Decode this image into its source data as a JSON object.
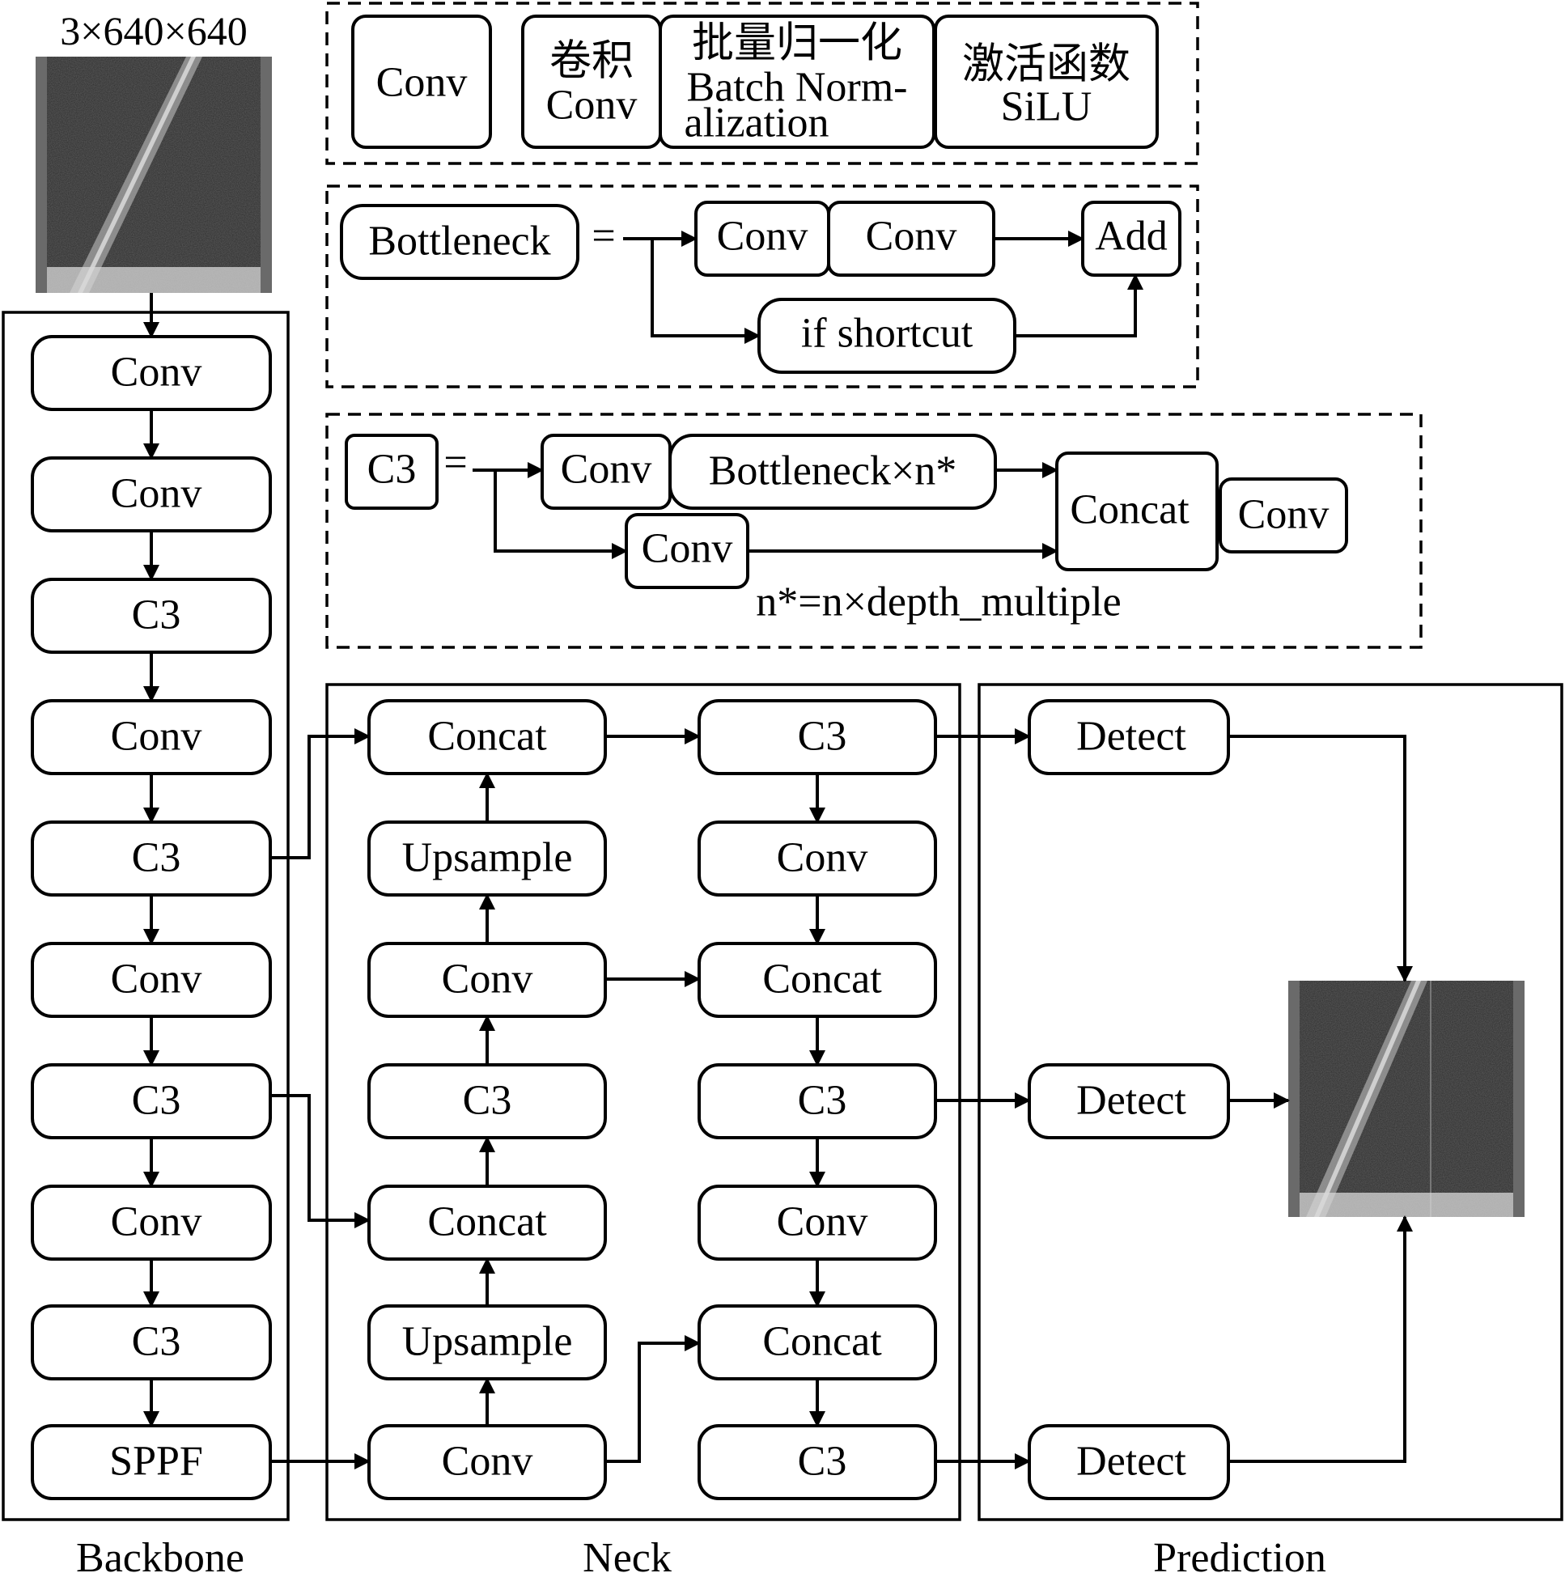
{
  "input_caption": "3×640×640",
  "sections": {
    "backbone": "Backbone",
    "neck": "Neck",
    "prediction": "Prediction"
  },
  "legend_conv": {
    "conv": "Conv",
    "conv_cn": "卷积",
    "conv_en": "Conv",
    "bn_cn": "批量归一化",
    "bn_en_1": "Batch Norm-",
    "bn_en_2": "alization",
    "act_cn": "激活函数",
    "act_en": "SiLU"
  },
  "legend_bottleneck": {
    "bottleneck": "Bottleneck",
    "equals": "=",
    "conv1": "Conv",
    "conv2": "Conv",
    "add": "Add",
    "shortcut": "if shortcut"
  },
  "legend_c3": {
    "c3": "C3",
    "equals": "=",
    "conv_a": "Conv",
    "bottleneck_n": "Bottleneck×n*",
    "concat": "Concat",
    "conv_b": "Conv",
    "conv_c": "Conv",
    "formula": "n*=n×depth_multiple"
  },
  "backbone": [
    "Conv",
    "Conv",
    "C3",
    "Conv",
    "C3",
    "Conv",
    "C3",
    "Conv",
    "C3",
    "SPPF"
  ],
  "neck_left": [
    "Concat",
    "Upsample",
    "Conv",
    "C3",
    "Concat",
    "Upsample",
    "Conv"
  ],
  "neck_right": [
    "C3",
    "Conv",
    "Concat",
    "C3",
    "Conv",
    "Concat",
    "C3"
  ],
  "detect": [
    "Detect",
    "Detect",
    "Detect"
  ]
}
